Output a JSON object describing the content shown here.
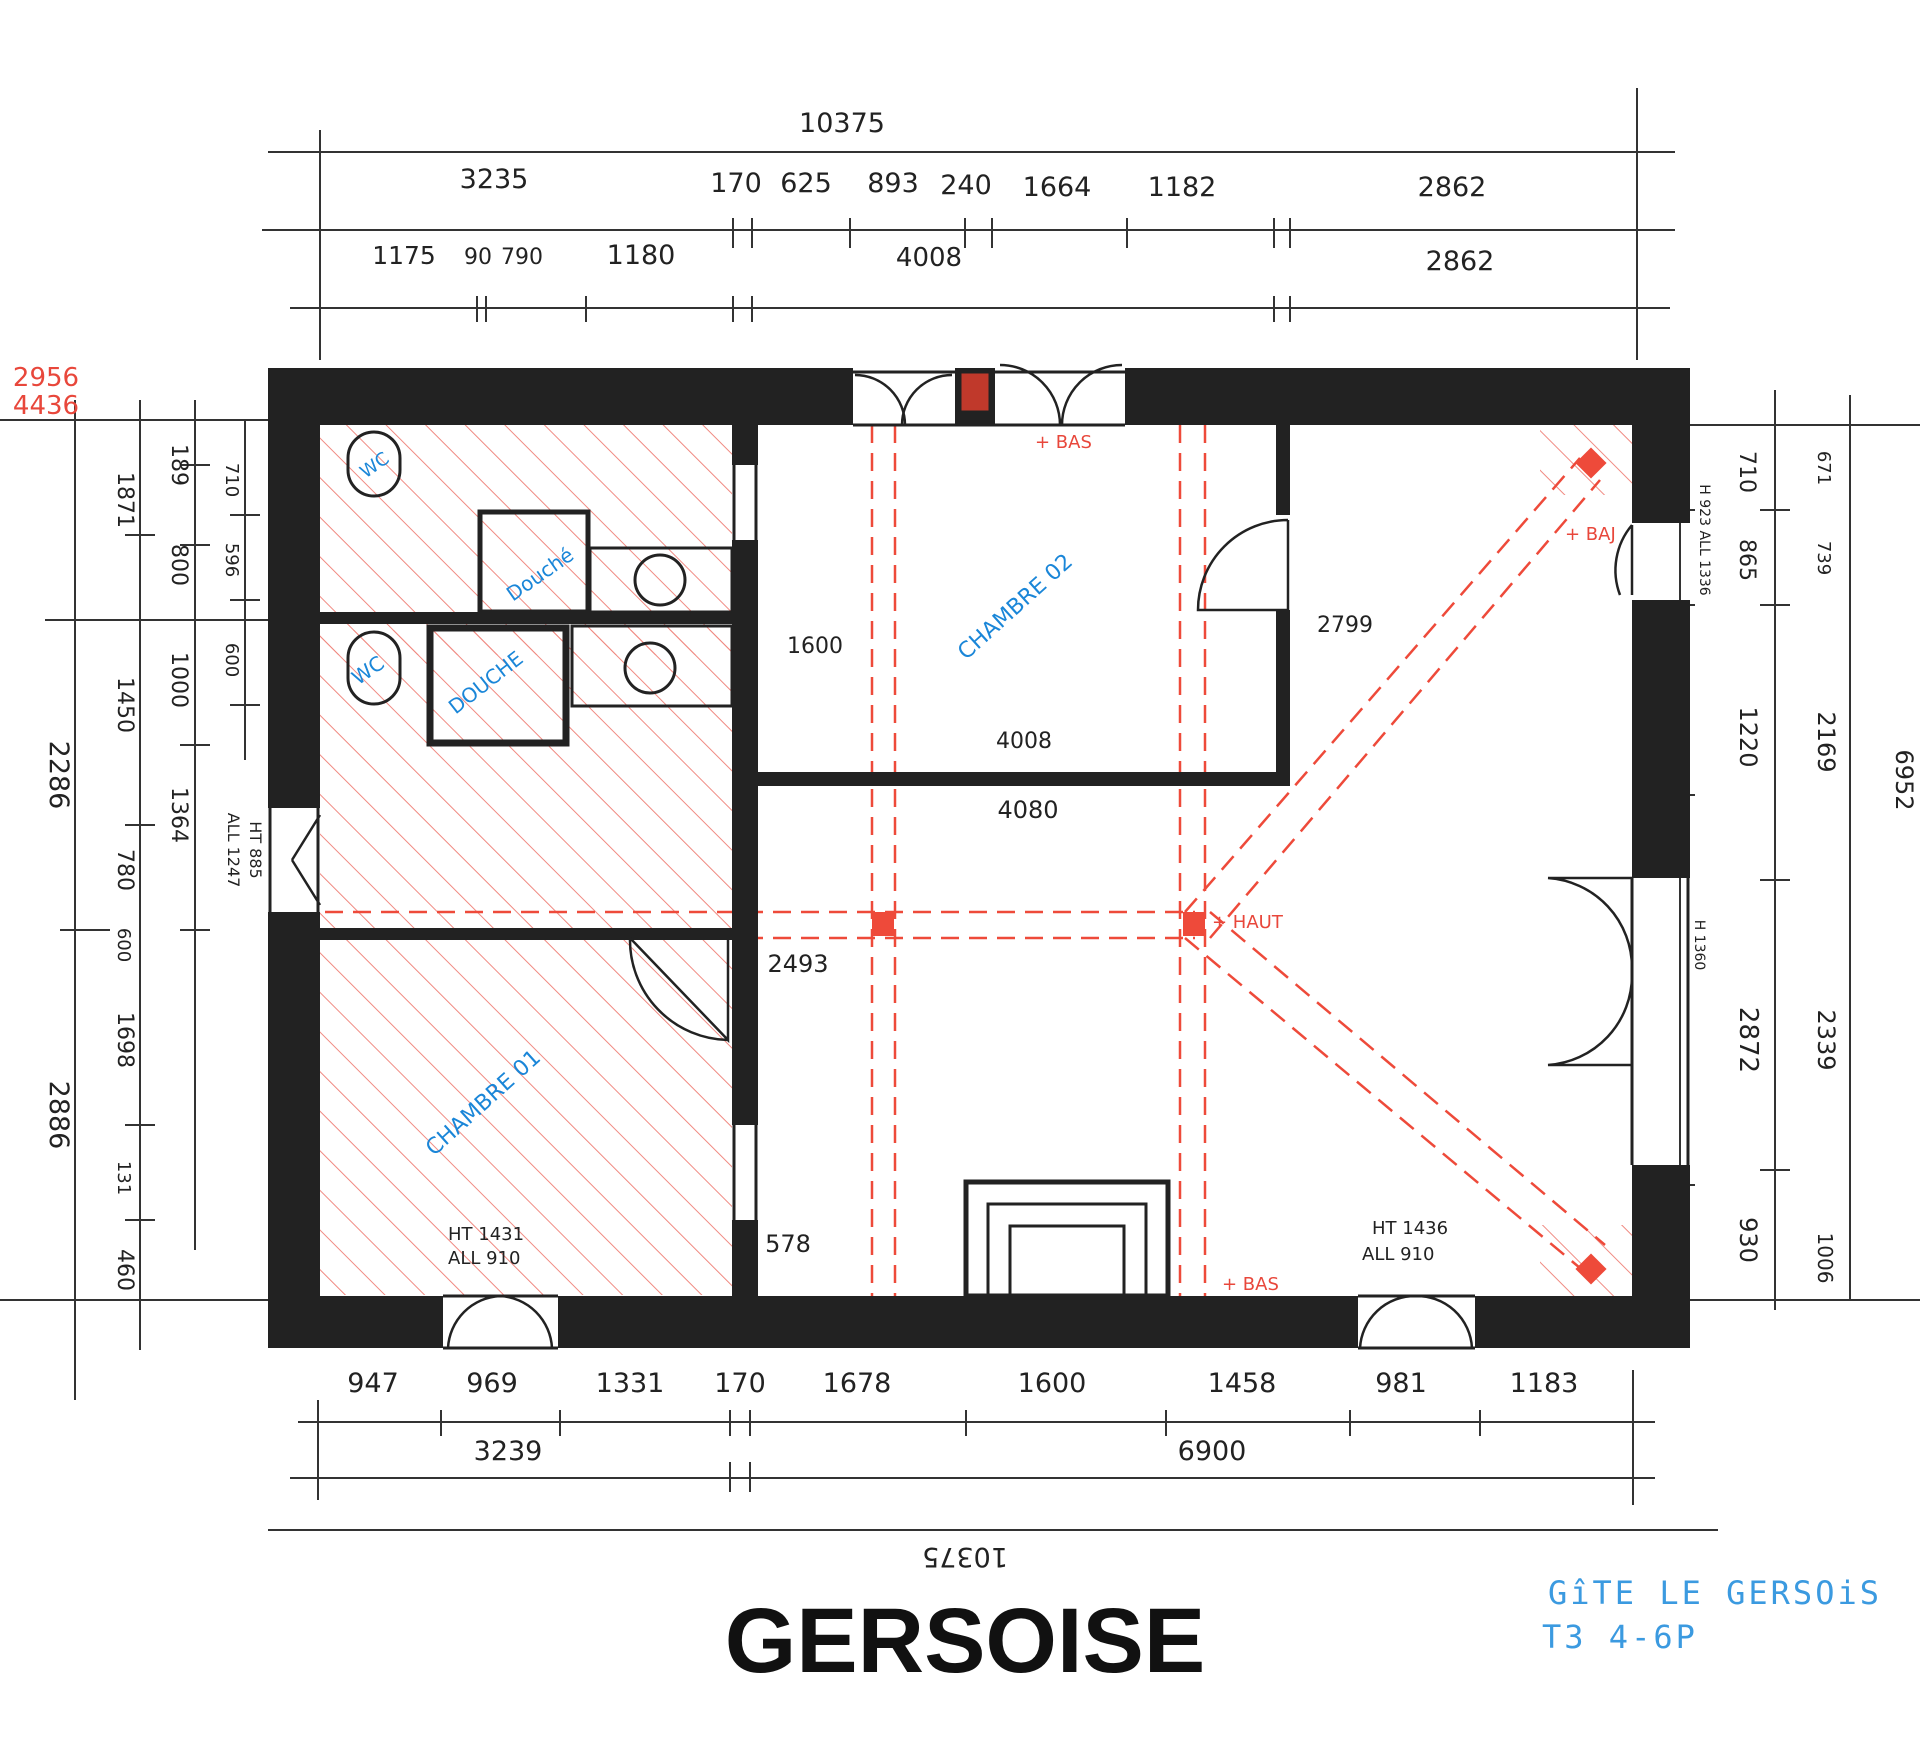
{
  "top_dims": {
    "total": "10375",
    "row1": [
      "3235",
      "170",
      "625",
      "893",
      "240",
      "1664",
      "1182",
      "2862"
    ],
    "row2": [
      "1175",
      "90",
      "790",
      "1180",
      "4008",
      "2862"
    ]
  },
  "bottom_dims": {
    "row1": [
      "947",
      "969",
      "1331",
      "170",
      "1678",
      "1600",
      "1458",
      "981",
      "1183"
    ],
    "row2": [
      "3239",
      "6900"
    ],
    "total": "10375"
  },
  "left_dims": {
    "red_a": "2956",
    "red_b": "4436",
    "col1": [
      "2286",
      "2886"
    ],
    "col2": [
      "1871",
      "1450",
      "780",
      "1698",
      "460"
    ],
    "col3": [
      "189",
      "800",
      "1000",
      "1364",
      "600",
      "131"
    ],
    "col4": [
      "710",
      "596",
      "600"
    ],
    "window": [
      "HT 885",
      "ALL 1247"
    ]
  },
  "right_dims": {
    "col1": [
      "710",
      "865",
      "1220",
      "2872",
      "930"
    ],
    "col2": [
      "671",
      "739",
      "2169",
      "2339",
      "1006"
    ],
    "total": "6952",
    "window_a": "H 923 ALL 1336",
    "window_b": "H 1360"
  },
  "interior": {
    "d1600": "1600",
    "d4008": "4008",
    "d4080": "4080",
    "d2799": "2799",
    "d2493": "2493",
    "d578": "578",
    "window_left": [
      "HT 1431",
      "ALL 910"
    ],
    "window_right": [
      "HT 1436",
      "ALL 910"
    ]
  },
  "rooms": {
    "wc1": "WC",
    "douche1": "Douché",
    "wc2": "WC",
    "douche2": "DOUCHE",
    "chambre1": "CHAMBRE 01",
    "chambre2": "CHAMBRE 02"
  },
  "markers": {
    "bas_top": "+ BAS",
    "bas_bottom": "+ BAS",
    "haut": "+ HAUT",
    "bas_right": "+ BAJ"
  },
  "footer": {
    "title": "GERSOISE",
    "gite_line1": "GîTE LE GERSOiS",
    "gite_line2": "T3 4-6P"
  },
  "colors": {
    "wall": "#222222",
    "dashed_lines": "#ee4a3a",
    "hatch": "#f08a82",
    "room_labels": "#1a86d8",
    "gite_text": "#3b9ae0"
  }
}
